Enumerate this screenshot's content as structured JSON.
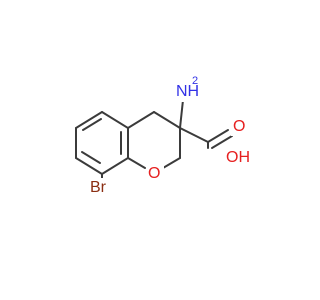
{
  "molecule": {
    "labels": {
      "amino": "NH",
      "amino_h": "2",
      "carbonyl_o": "O",
      "hydroxyl": "OH",
      "hydroxyl_h": "H",
      "ring_o": "O",
      "bromine": "Br"
    },
    "colors": {
      "bond": "#3b3b3b",
      "nitrogen": "#3232e6",
      "oxygen": "#e62020",
      "bromine": "#8b2e12"
    }
  }
}
